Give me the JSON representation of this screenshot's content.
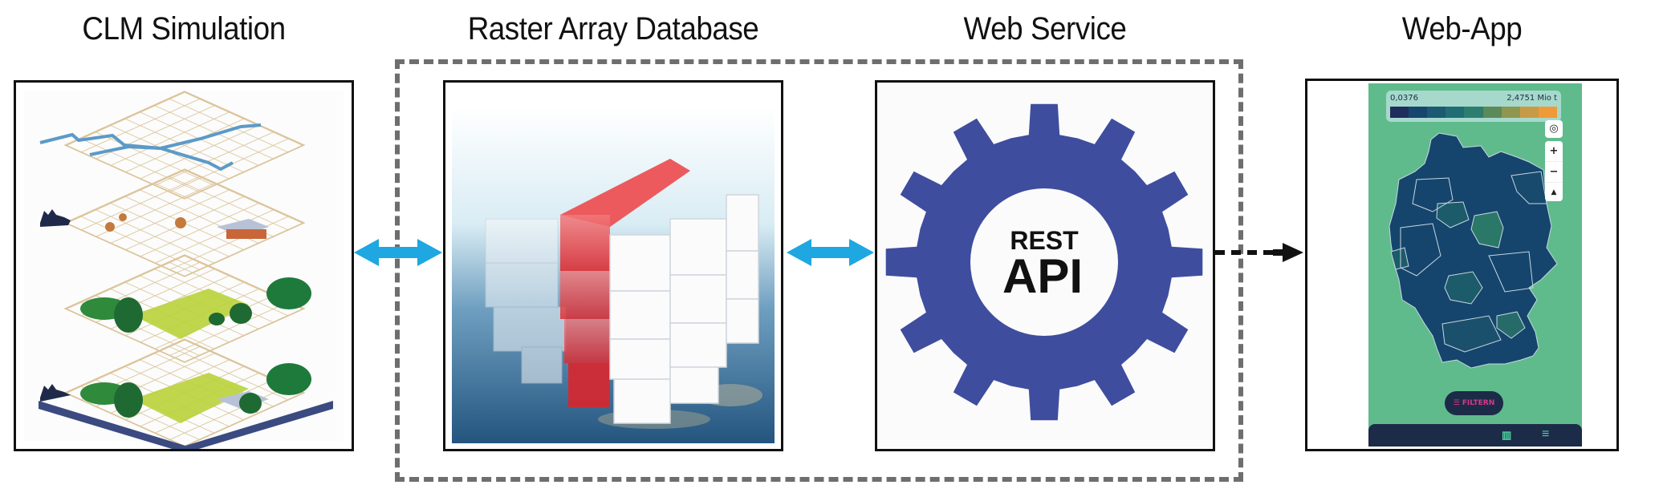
{
  "titles": {
    "clm": "CLM Simulation",
    "raster": "Raster Array Database",
    "web_service": "Web Service",
    "web_app": "Web-App"
  },
  "gear": {
    "line1": "REST",
    "line2": "API",
    "color": "#3f4d9e"
  },
  "web_app": {
    "legend_min": "0,0376",
    "legend_max": "2,4751 Mio t",
    "legend_colors": [
      "#1f2d5c",
      "#16466e",
      "#1b5a72",
      "#1f6e73",
      "#2e7d6e",
      "#5c8a5a",
      "#8f9650",
      "#c99a46",
      "#ef9a38"
    ],
    "filter_label": "FILTERN",
    "zoom_in": "+",
    "zoom_out": "−",
    "background": "#5fbb8c",
    "nav_color": "#1c2b48",
    "accent": "#d43a8a"
  },
  "arrows": {
    "color": "#1ea7e1",
    "links": [
      {
        "from": "CLM Simulation",
        "to": "Raster Array Database",
        "style": "bidirectional"
      },
      {
        "from": "Raster Array Database",
        "to": "Web Service",
        "style": "bidirectional"
      },
      {
        "from": "Web Service",
        "to": "Web-App",
        "style": "dashed-directed"
      }
    ]
  },
  "group": {
    "members": [
      "Raster Array Database",
      "Web Service"
    ],
    "style": "dashed"
  }
}
